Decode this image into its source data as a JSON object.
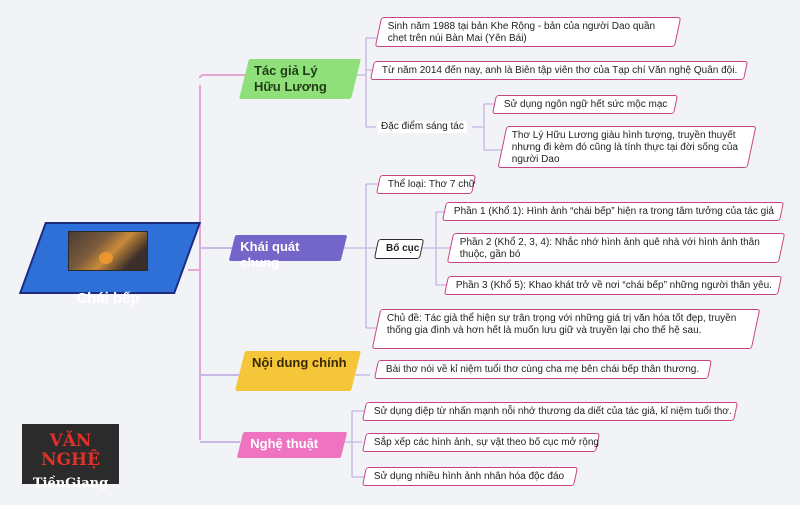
{
  "center": {
    "title": "Chái bếp",
    "image": "chai-bep-photo"
  },
  "logo": {
    "line1": "VĂN NGHỆ",
    "line2": "TiềnGiang"
  },
  "branches": {
    "author": {
      "label": "Tác giả Lý Hữu Lương",
      "items": [
        "Sinh năm 1988 tại bản Khe Rộng - bản của người Dao quần chẹt trên núi Bàn Mai (Yên Bái)",
        "Từ năm 2014 đến nay, anh là Biên tập viên thơ của Tạp chí Văn nghệ Quân đội."
      ],
      "features": {
        "label": "Đặc điểm sáng tác",
        "items": [
          "Sử dụng ngôn ngữ hết sức mộc mạc",
          "Thơ Lý Hữu Lương giàu hình tượng, truyền thuyết nhưng đi kèm đó cũng là tính thực tại đời sống của người Dao"
        ]
      }
    },
    "overview": {
      "label": "Khái quát chung",
      "genre": "Thể loại: Thơ 7 chữ",
      "structure": {
        "label": "Bố cục",
        "items": [
          "Phần 1 (Khổ 1): Hình ảnh  “chái bếp”  hiện ra trong tâm tưởng của tác giả",
          "Phần 2 (Khổ 2, 3, 4): Nhắc nhớ hình ảnh quê nhà với hình ảnh thân thuộc, gần bó",
          "Phần 3 (Khổ 5): Khao khát trở về nơi  “chái bếp”  những người thân yêu."
        ]
      },
      "theme": "Chủ đề: Tác giả thể hiện sự trân trọng với những giá trị văn hóa tốt đẹp, truyền thống gia đình và hơn hết là muốn lưu giữ và truyền lại cho thế hệ sau."
    },
    "content": {
      "label": "Nội dung chính",
      "items": [
        "Bài thơ nói về kỉ niệm tuổi thơ cùng cha mẹ bên chái bếp thân thương."
      ]
    },
    "art": {
      "label": "Nghệ thuật",
      "items": [
        "Sử dụng điệp từ nhấn mạnh nỗi nhớ thương da diết của tác giả, kỉ niệm tuổi thơ.",
        "Sắp xếp các hình ảnh, sự vật theo bố cục mở rộng",
        "Sử dụng nhiều hình ảnh nhân hóa độc đáo"
      ]
    }
  },
  "colors": {
    "center": "#2f6fd8",
    "author": "#8fe07a",
    "overview": "#7366c8",
    "content": "#f5c53a",
    "art": "#ee74c2",
    "leaf_border": "#c6447f",
    "connector": "#c8b8e6"
  }
}
